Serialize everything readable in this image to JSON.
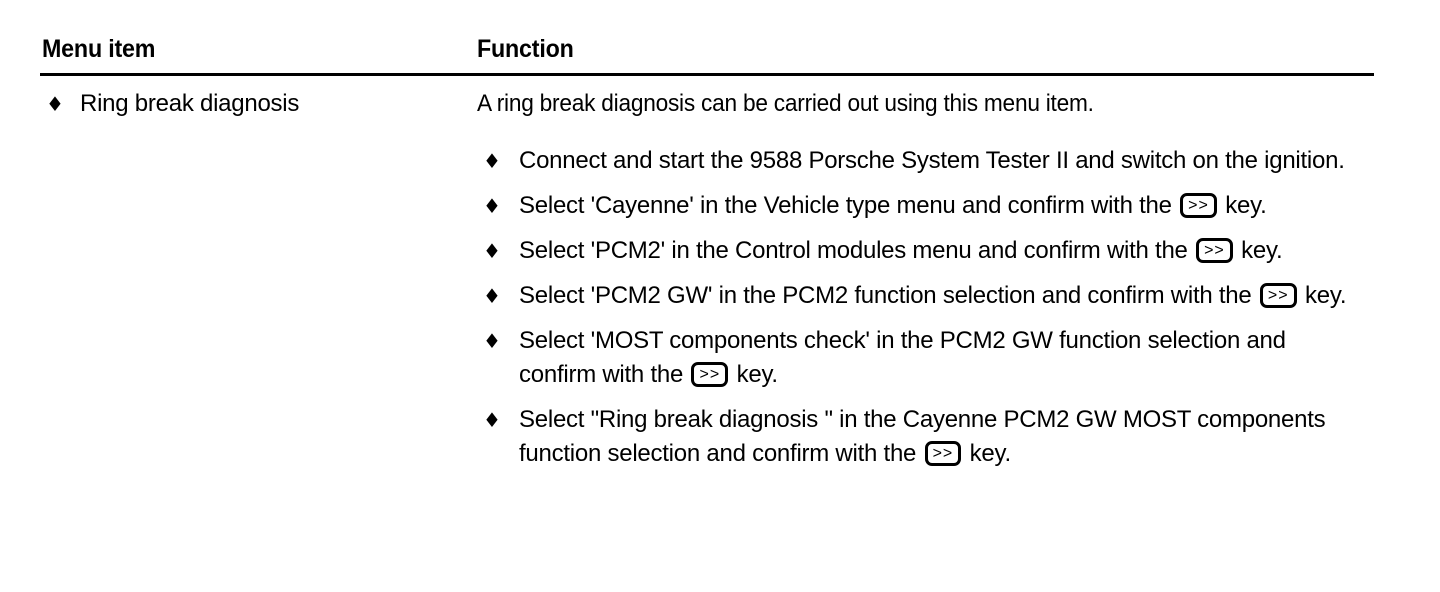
{
  "table": {
    "headers": {
      "menu_item": "Menu item",
      "function": "Function"
    },
    "menu_column": {
      "items": [
        {
          "label": "Ring break diagnosis"
        }
      ]
    },
    "function_column": {
      "intro": "A ring break diagnosis can be carried out using this menu item.",
      "steps": [
        {
          "before_key": "Connect and start the 9588 Porsche System Tester II and switch on the ignition.",
          "key": null,
          "after_key": ""
        },
        {
          "before_key": "Select 'Cayenne' in the Vehicle type menu and confirm with the ",
          "key": ">>",
          "after_key": " key."
        },
        {
          "before_key": "Select 'PCM2' in the Control modules menu and confirm with the ",
          "key": ">>",
          "after_key": " key."
        },
        {
          "before_key": "Select 'PCM2 GW' in the PCM2 function selection and confirm with the ",
          "key": ">>",
          "after_key": " key."
        },
        {
          "before_key": "Select 'MOST components check' in the PCM2 GW function selection and confirm with the ",
          "key": ">>",
          "after_key": " key."
        },
        {
          "before_key": "Select \"Ring break diagnosis \" in the Cayenne PCM2 GW MOST compo-nents function selection and confirm with the ",
          "key": ">>",
          "after_key": " key."
        }
      ]
    }
  },
  "glyphs": {
    "bullet": "♦",
    "key_label": ">>"
  },
  "colors": {
    "text": "#000000",
    "background": "#ffffff",
    "rule": "#000000"
  }
}
